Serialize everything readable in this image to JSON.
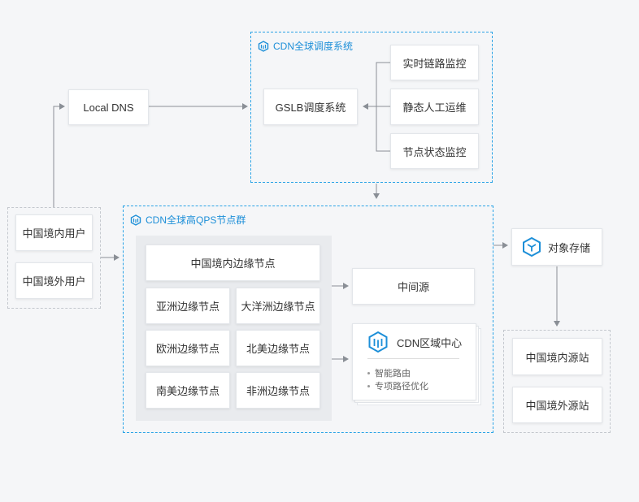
{
  "local_dns": "Local DNS",
  "scheduling": {
    "title": "CDN全球调度系统",
    "gslb": "GSLB调度系统",
    "items": [
      "实时链路监控",
      "静态人工运维",
      "节点状态监控"
    ]
  },
  "users": [
    "中国境内用户",
    "中国境外用户"
  ],
  "nodes": {
    "title": "CDN全球高QPS节点群",
    "domestic": "中国境内边缘节点",
    "edges": [
      "亚洲边缘节点",
      "大洋洲边缘节点",
      "欧洲边缘节点",
      "北美边缘节点",
      "南美边缘节点",
      "非洲边缘节点"
    ],
    "intermediate": "中间源",
    "region_center": {
      "title": "CDN区域中心",
      "items": [
        "智能路由",
        "专项路径优化"
      ]
    }
  },
  "object_storage": "对象存储",
  "origins": [
    "中国境内源站",
    "中国境外源站"
  ],
  "colors": {
    "accent": "#1d8fd8",
    "line": "#8a8f96"
  }
}
